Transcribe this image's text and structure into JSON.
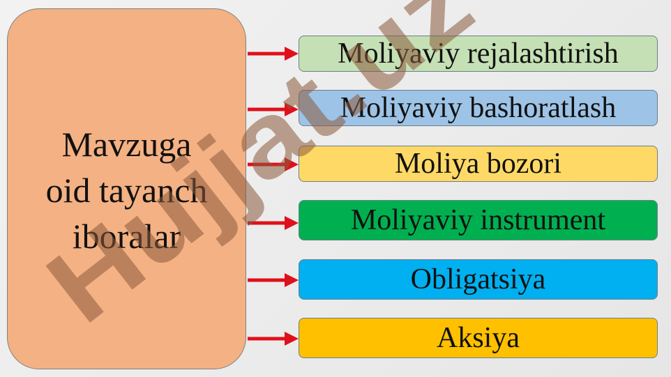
{
  "main_box": {
    "line1": "Mavzuga",
    "line2": "oid tayanch",
    "line3": "iboralar"
  },
  "terms": [
    {
      "label": "Moliyaviy rejalashtirish",
      "color": "#c5e0b4"
    },
    {
      "label": "Moliyaviy bashoratlash",
      "color": "#9dc3e6"
    },
    {
      "label": "Moliya bozori",
      "color": "#ffd966"
    },
    {
      "label": "Moliyaviy instrument",
      "color": "#00b050"
    },
    {
      "label": "Obligatsiya",
      "color": "#00b0f0"
    },
    {
      "label": "Aksiya",
      "color": "#ffc000"
    }
  ],
  "arrow_color": "#e0101a",
  "watermark": {
    "text": "Hujjat.uz",
    "color_dark": "#8b5a3c",
    "color_light": "#9b8ee0"
  }
}
